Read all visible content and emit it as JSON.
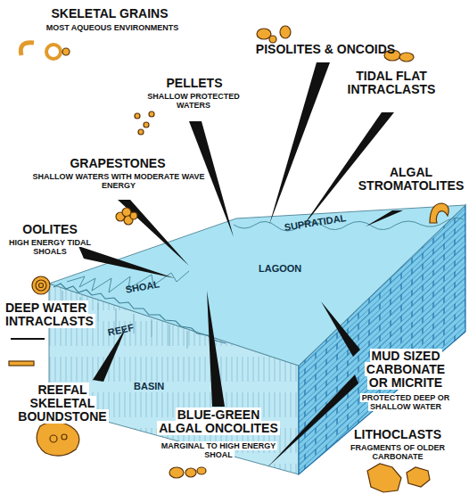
{
  "diagram": {
    "labels": [
      "SKELETAL GRAINS",
      "MOST AQUEOUS ENVIRONMENTS",
      "PISOLITES & ONCOIDS",
      "PELLETS",
      "SHALLOW PROTECTED WATERS",
      "TIDAL FLAT INTRACLASTS",
      "GRAPESTONES",
      "SHALLOW WATERS WITH MODERATE WAVE ENERGY",
      "ALGAL STROMATOLITES",
      "SUPRATIDAL",
      "LAGOON",
      "SHOAL",
      "REEF",
      "BASIN",
      "OOLITES",
      "HIGH ENERGY TIDAL SHOALS",
      "DEEP WATER INTRACLASTS",
      "REEFAL SKELETAL BOUNDSTONE",
      "BLUE-GREEN ALGAL ONCOLITES",
      "MARGINAL TO HIGH ENERGY SHOAL",
      "MUD SIZED CARBONATE OR MICRITE",
      "PROTECTED DEEP OR SHALLOW WATER",
      "LITHOCLASTS",
      "FRAGMENTS OF OLDER CARBONATE"
    ]
  }
}
